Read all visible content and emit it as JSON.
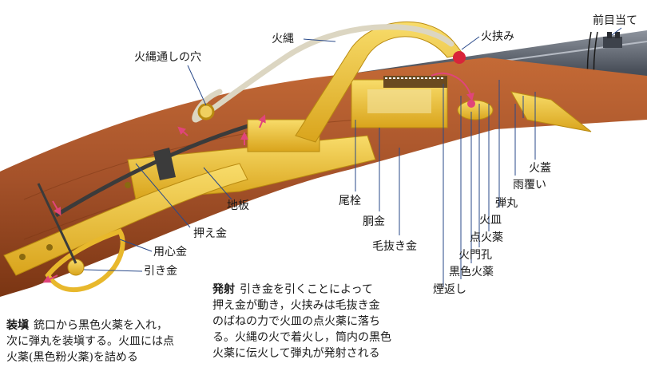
{
  "labels": {
    "matchcord_hole": "火縄通しの穴",
    "matchcord": "火縄",
    "serpentine": "火挟み",
    "rear_sight": "前目当て",
    "pan_cover": "火蓋",
    "rain_cover": "雨覆い",
    "bullet": "弾丸",
    "pan": "火皿",
    "priming_powder": "点火薬",
    "touch_hole": "火門孔",
    "black_powder": "黒色火薬",
    "smoke_return": "煙返し",
    "tail_pin": "尾栓",
    "barrel_band": "胴金",
    "spring_bar": "毛抜き金",
    "lockplate": "地板",
    "sear": "押え金",
    "trigger_guard": "用心金",
    "trigger": "引き金"
  },
  "captions": {
    "loading_title": "装塡",
    "loading_text": "銃口から黒色火薬を入れ，\n次に弾丸を装塡する。火皿には点\n火薬(黒色粉火薬)を詰める",
    "firing_title": "発射",
    "firing_text": "引き金を引くことによって\n押え金が動き，火挟みは毛抜き金\nのばねの力で火皿の点火薬に落ち\nる。火縄の火で着火し，筒内の黒色\n火薬に伝火して弾丸が発射される"
  },
  "colors": {
    "wood": "#a5522a",
    "wood_dark": "#7a3513",
    "brass": "#e8b82c",
    "brass_dark": "#b98a10",
    "barrel": "#5e6470",
    "arrow": "#e0457a",
    "cord": "#dcd6c2"
  }
}
